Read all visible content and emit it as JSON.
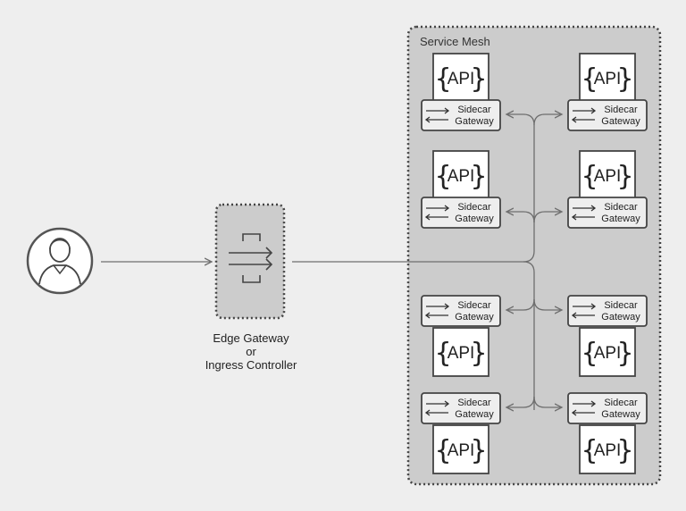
{
  "service_mesh": {
    "title": "Service Mesh",
    "services": [
      {
        "api_label": "API",
        "sidecar_line1": "Sidecar",
        "sidecar_line2": "Gateway",
        "sidecar_position": "below"
      },
      {
        "api_label": "API",
        "sidecar_line1": "Sidecar",
        "sidecar_line2": "Gateway",
        "sidecar_position": "below"
      },
      {
        "api_label": "API",
        "sidecar_line1": "Sidecar",
        "sidecar_line2": "Gateway",
        "sidecar_position": "below"
      },
      {
        "api_label": "API",
        "sidecar_line1": "Sidecar",
        "sidecar_line2": "Gateway",
        "sidecar_position": "below"
      },
      {
        "api_label": "API",
        "sidecar_line1": "Sidecar",
        "sidecar_line2": "Gateway",
        "sidecar_position": "above"
      },
      {
        "api_label": "API",
        "sidecar_line1": "Sidecar",
        "sidecar_line2": "Gateway",
        "sidecar_position": "above"
      },
      {
        "api_label": "API",
        "sidecar_line1": "Sidecar",
        "sidecar_line2": "Gateway",
        "sidecar_position": "above"
      },
      {
        "api_label": "API",
        "sidecar_line1": "Sidecar",
        "sidecar_line2": "Gateway",
        "sidecar_position": "above"
      }
    ]
  },
  "edge_gateway": {
    "label_line1": "Edge Gateway",
    "label_line2": "or",
    "label_line3": "Ingress Controller"
  },
  "icons": {
    "client": "user-icon",
    "gateway": "gateway-arrows-icon",
    "sidecar": "bidirectional-arrows-icon"
  },
  "colors": {
    "background": "#eeeeee",
    "container_fill": "#cccccc",
    "box_fill": "#ffffff",
    "border": "#444444",
    "connector": "#6e6e6e"
  }
}
